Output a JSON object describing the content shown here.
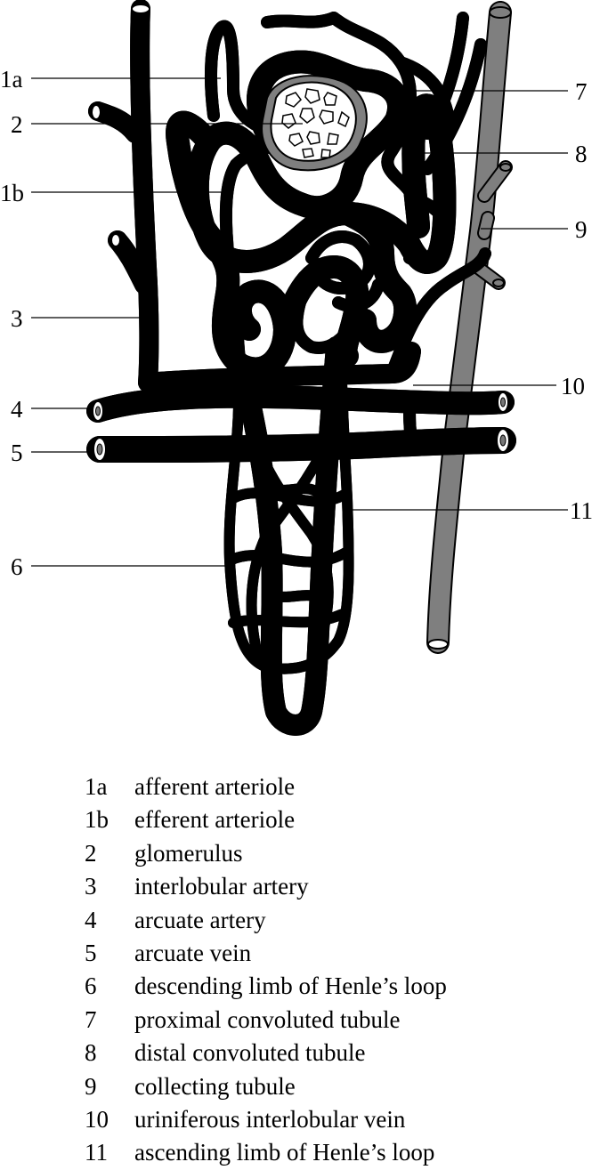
{
  "diagram": {
    "labels": [
      "1a",
      "2",
      "1b",
      "3",
      "4",
      "5",
      "6",
      "7",
      "8",
      "9",
      "10",
      "11"
    ]
  },
  "legend": [
    {
      "code": "1a",
      "text": "afferent arteriole"
    },
    {
      "code": "1b",
      "text": "efferent arteriole"
    },
    {
      "code": "2",
      "text": "glomerulus"
    },
    {
      "code": "3",
      "text": "interlobular artery"
    },
    {
      "code": "4",
      "text": "arcuate artery"
    },
    {
      "code": "5",
      "text": "arcuate vein"
    },
    {
      "code": "6",
      "text": "descending limb of Henle’s loop"
    },
    {
      "code": "7",
      "text": "proximal convoluted tubule"
    },
    {
      "code": "8",
      "text": "distal convoluted tubule"
    },
    {
      "code": "9",
      "text": "collecting tubule"
    },
    {
      "code": "10",
      "text": "uriniferous interlobular vein"
    },
    {
      "code": "11",
      "text": "ascending limb of Henle’s loop"
    }
  ],
  "colors": {
    "tubule": "#7f7f7f",
    "vessel": "#ffffff",
    "outline": "#000000"
  }
}
